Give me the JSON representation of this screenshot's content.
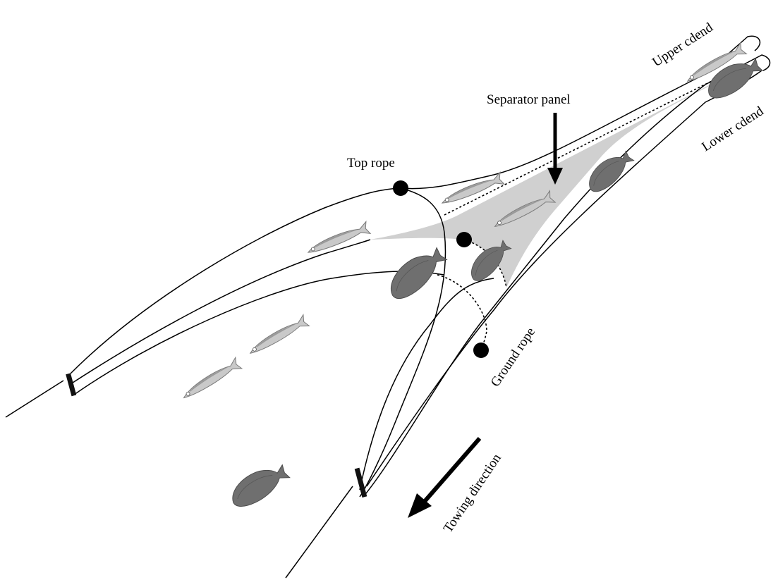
{
  "labels": {
    "upper_codend": "Upper cdend",
    "lower_codend": "Lower cdend",
    "separator_panel": "Separator panel",
    "top_rope": "Top rope",
    "ground_rope": "Ground rope",
    "towing_direction": "Towing direction"
  },
  "colors": {
    "panel_fill": "#d0d0d0",
    "line": "#000000",
    "flatfish": "#6f6f6f",
    "sardine": "#c9c9c9"
  },
  "icons": [
    "sardine-fish-icon",
    "flatfish-icon",
    "direction-arrow-icon"
  ]
}
